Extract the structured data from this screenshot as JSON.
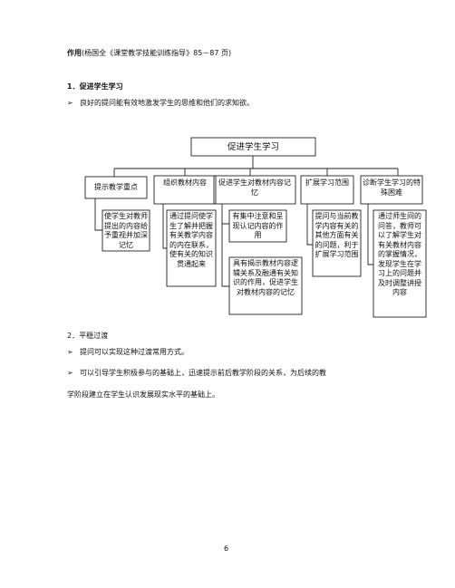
{
  "intro": {
    "heading_bold": "作用",
    "heading_rest": "(杨国全《课堂教学技能训练指导》85－87 页)"
  },
  "section1": {
    "title": "1．促进学生学习",
    "bullet": "良好的提问能有效地激发学生的思维和他们的求知欲。"
  },
  "diagram": {
    "root": "促进学生学习",
    "branches": [
      "提示教学重点",
      "组织教材内容",
      "促进学生对教材内容记忆",
      "扩展学习范围",
      "诊断学生学习的特殊困难"
    ],
    "details": [
      "使学生对教师提出的内容给予重视并加深记忆",
      "通过提问使学生了解并把握有关教学内容的内在联系，使有关的知识贯通起来",
      "有集中注意和呈现认记内容的作用",
      "具有揭示教材内容逻辑关系及融通有关知识的作用，促进学生对教材内容的记忆",
      "提问与当前教学内容有关的其他方面有关的问题，利于扩展学习范围",
      "通过师生间的问答，教师可以了解学生对有关教材内容的掌握情况，发现学生在学习上的问题并及时调整讲授内容"
    ]
  },
  "section2": {
    "title": "2．平稳过渡",
    "bullet1": "提问可以实现这种过渡常用方式。",
    "bullet2_line1": "可以引导学生积极参与的基础上，迅速提示前后教学阶段的关系，为后续的教",
    "bullet2_line2": "学阶段建立在学生认识发展现实水平的基础上。"
  },
  "page_number": "6"
}
